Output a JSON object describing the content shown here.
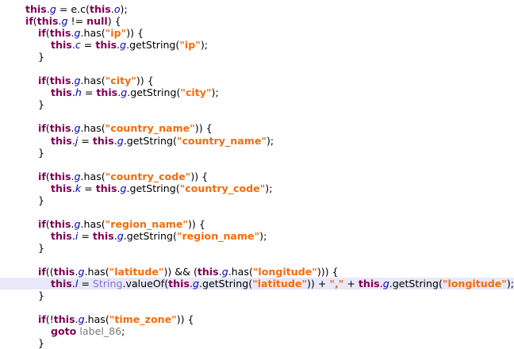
{
  "editor": {
    "highlighted_line": 23,
    "indent_unit": 16,
    "colors": {
      "keyword": "#7f0055",
      "string": "#f36c0b",
      "field": "#0000c0",
      "class": "#8b6ee0",
      "label": "#7a7a7a",
      "highlight": "#e8e8fa"
    },
    "lines": [
      {
        "indent": 2,
        "tokens": [
          [
            "kw",
            "this"
          ],
          [
            "pl",
            "."
          ],
          [
            "fld",
            "g"
          ],
          [
            "pl",
            " = e.c("
          ],
          [
            "kw",
            "this"
          ],
          [
            "pl",
            "."
          ],
          [
            "fld",
            "o"
          ],
          [
            "pl",
            ");"
          ]
        ]
      },
      {
        "indent": 2,
        "tokens": [
          [
            "kw",
            "if"
          ],
          [
            "pl",
            "("
          ],
          [
            "kw",
            "this"
          ],
          [
            "pl",
            "."
          ],
          [
            "fld",
            "g"
          ],
          [
            "pl",
            " != "
          ],
          [
            "kw",
            "null"
          ],
          [
            "pl",
            ") {"
          ]
        ]
      },
      {
        "indent": 3,
        "tokens": [
          [
            "kw",
            "if"
          ],
          [
            "pl",
            "("
          ],
          [
            "kw",
            "this"
          ],
          [
            "pl",
            "."
          ],
          [
            "fld",
            "g"
          ],
          [
            "pl",
            ".has("
          ],
          [
            "str",
            "\"ip\""
          ],
          [
            "pl",
            ")) {"
          ]
        ]
      },
      {
        "indent": 4,
        "tokens": [
          [
            "kw",
            "this"
          ],
          [
            "pl",
            "."
          ],
          [
            "fld",
            "c"
          ],
          [
            "pl",
            " = "
          ],
          [
            "kw",
            "this"
          ],
          [
            "pl",
            "."
          ],
          [
            "fld",
            "g"
          ],
          [
            "pl",
            ".getString("
          ],
          [
            "str",
            "\"ip\""
          ],
          [
            "pl",
            ");"
          ]
        ]
      },
      {
        "indent": 3,
        "tokens": [
          [
            "pl",
            "}"
          ]
        ]
      },
      {
        "indent": 0,
        "tokens": []
      },
      {
        "indent": 3,
        "tokens": [
          [
            "kw",
            "if"
          ],
          [
            "pl",
            "("
          ],
          [
            "kw",
            "this"
          ],
          [
            "pl",
            "."
          ],
          [
            "fld",
            "g"
          ],
          [
            "pl",
            ".has("
          ],
          [
            "str",
            "\"city\""
          ],
          [
            "pl",
            ")) {"
          ]
        ]
      },
      {
        "indent": 4,
        "tokens": [
          [
            "kw",
            "this"
          ],
          [
            "pl",
            "."
          ],
          [
            "fld",
            "h"
          ],
          [
            "pl",
            " = "
          ],
          [
            "kw",
            "this"
          ],
          [
            "pl",
            "."
          ],
          [
            "fld",
            "g"
          ],
          [
            "pl",
            ".getString("
          ],
          [
            "str",
            "\"city\""
          ],
          [
            "pl",
            ");"
          ]
        ]
      },
      {
        "indent": 3,
        "tokens": [
          [
            "pl",
            "}"
          ]
        ]
      },
      {
        "indent": 0,
        "tokens": []
      },
      {
        "indent": 3,
        "tokens": [
          [
            "kw",
            "if"
          ],
          [
            "pl",
            "("
          ],
          [
            "kw",
            "this"
          ],
          [
            "pl",
            "."
          ],
          [
            "fld",
            "g"
          ],
          [
            "pl",
            ".has("
          ],
          [
            "str",
            "\"country_name\""
          ],
          [
            "pl",
            ")) {"
          ]
        ]
      },
      {
        "indent": 4,
        "tokens": [
          [
            "kw",
            "this"
          ],
          [
            "pl",
            "."
          ],
          [
            "fld",
            "j"
          ],
          [
            "pl",
            " = "
          ],
          [
            "kw",
            "this"
          ],
          [
            "pl",
            "."
          ],
          [
            "fld",
            "g"
          ],
          [
            "pl",
            ".getString("
          ],
          [
            "str",
            "\"country_name\""
          ],
          [
            "pl",
            ");"
          ]
        ]
      },
      {
        "indent": 3,
        "tokens": [
          [
            "pl",
            "}"
          ]
        ]
      },
      {
        "indent": 0,
        "tokens": []
      },
      {
        "indent": 3,
        "tokens": [
          [
            "kw",
            "if"
          ],
          [
            "pl",
            "("
          ],
          [
            "kw",
            "this"
          ],
          [
            "pl",
            "."
          ],
          [
            "fld",
            "g"
          ],
          [
            "pl",
            ".has("
          ],
          [
            "str",
            "\"country_code\""
          ],
          [
            "pl",
            ")) {"
          ]
        ]
      },
      {
        "indent": 4,
        "tokens": [
          [
            "kw",
            "this"
          ],
          [
            "pl",
            "."
          ],
          [
            "fld",
            "k"
          ],
          [
            "pl",
            " = "
          ],
          [
            "kw",
            "this"
          ],
          [
            "pl",
            "."
          ],
          [
            "fld",
            "g"
          ],
          [
            "pl",
            ".getString("
          ],
          [
            "str",
            "\"country_code\""
          ],
          [
            "pl",
            ");"
          ]
        ]
      },
      {
        "indent": 3,
        "tokens": [
          [
            "pl",
            "}"
          ]
        ]
      },
      {
        "indent": 0,
        "tokens": []
      },
      {
        "indent": 3,
        "tokens": [
          [
            "kw",
            "if"
          ],
          [
            "pl",
            "("
          ],
          [
            "kw",
            "this"
          ],
          [
            "pl",
            "."
          ],
          [
            "fld",
            "g"
          ],
          [
            "pl",
            ".has("
          ],
          [
            "str",
            "\"region_name\""
          ],
          [
            "pl",
            ")) {"
          ]
        ]
      },
      {
        "indent": 4,
        "tokens": [
          [
            "kw",
            "this"
          ],
          [
            "pl",
            "."
          ],
          [
            "fld",
            "i"
          ],
          [
            "pl",
            " = "
          ],
          [
            "kw",
            "this"
          ],
          [
            "pl",
            "."
          ],
          [
            "fld",
            "g"
          ],
          [
            "pl",
            ".getString("
          ],
          [
            "str",
            "\"region_name\""
          ],
          [
            "pl",
            ");"
          ]
        ]
      },
      {
        "indent": 3,
        "tokens": [
          [
            "pl",
            "}"
          ]
        ]
      },
      {
        "indent": 0,
        "tokens": []
      },
      {
        "indent": 3,
        "tokens": [
          [
            "kw",
            "if"
          ],
          [
            "pl",
            "(("
          ],
          [
            "kw",
            "this"
          ],
          [
            "pl",
            "."
          ],
          [
            "fld",
            "g"
          ],
          [
            "pl",
            ".has("
          ],
          [
            "str",
            "\"latitude\""
          ],
          [
            "pl",
            ")) && ("
          ],
          [
            "kw",
            "this"
          ],
          [
            "pl",
            "."
          ],
          [
            "fld",
            "g"
          ],
          [
            "pl",
            ".has("
          ],
          [
            "str",
            "\"longitude\""
          ],
          [
            "pl",
            "))) {"
          ]
        ]
      },
      {
        "indent": 4,
        "tokens": [
          [
            "kw",
            "this"
          ],
          [
            "pl",
            "."
          ],
          [
            "fld",
            "l"
          ],
          [
            "pl",
            " = "
          ],
          [
            "cls",
            "String"
          ],
          [
            "pl",
            ".valueOf("
          ],
          [
            "kw",
            "this"
          ],
          [
            "pl",
            "."
          ],
          [
            "fld",
            "g"
          ],
          [
            "pl",
            ".getString("
          ],
          [
            "str",
            "\"latitude\""
          ],
          [
            "pl",
            ")) + "
          ],
          [
            "str",
            "\",\""
          ],
          [
            "pl",
            " + "
          ],
          [
            "kw",
            "this"
          ],
          [
            "pl",
            "."
          ],
          [
            "fld",
            "g"
          ],
          [
            "pl",
            ".getString("
          ],
          [
            "str",
            "\"longitude\""
          ],
          [
            "pl",
            ");"
          ]
        ]
      },
      {
        "indent": 3,
        "tokens": [
          [
            "pl",
            "}"
          ]
        ]
      },
      {
        "indent": 0,
        "tokens": []
      },
      {
        "indent": 3,
        "tokens": [
          [
            "kw",
            "if"
          ],
          [
            "pl",
            "(!"
          ],
          [
            "kw",
            "this"
          ],
          [
            "pl",
            "."
          ],
          [
            "fld",
            "g"
          ],
          [
            "pl",
            ".has("
          ],
          [
            "str",
            "\"time_zone\""
          ],
          [
            "pl",
            ")) {"
          ]
        ]
      },
      {
        "indent": 4,
        "tokens": [
          [
            "kw",
            "goto"
          ],
          [
            "pl",
            " "
          ],
          [
            "lbl",
            "label_86"
          ],
          [
            "pl",
            ";"
          ]
        ]
      },
      {
        "indent": 3,
        "tokens": [
          [
            "pl",
            "}"
          ]
        ]
      }
    ]
  }
}
